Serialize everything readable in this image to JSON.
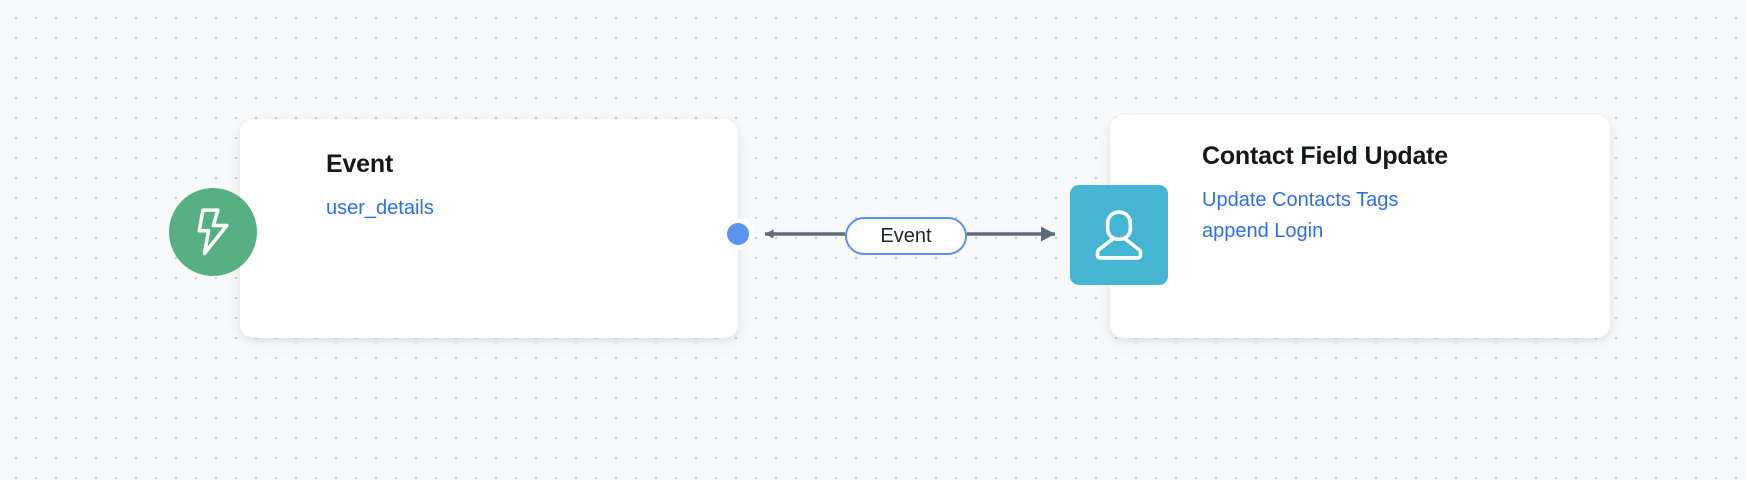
{
  "canvas": {
    "background_color": "#f8f9fb",
    "grid_dot_color": "#c9ccd2"
  },
  "nodes": [
    {
      "id": "event",
      "title": "Event",
      "subtitle_lines": [
        "user_details"
      ],
      "subtitle_color": "#2f6fed",
      "icon": {
        "name": "lightning-bolt-icon",
        "shape": "circle",
        "background_color": "#56b081",
        "glyph_color": "#ffffff"
      }
    },
    {
      "id": "contact-field-update",
      "title": "Contact Field Update",
      "subtitle_lines": [
        "Update Contacts Tags",
        "append Login"
      ],
      "subtitle_color": "#2f6fed",
      "icon": {
        "name": "user-person-icon",
        "shape": "rounded-square",
        "background_color": "#45b5d3",
        "glyph_color": "#ffffff"
      }
    }
  ],
  "connector": {
    "label": "Event",
    "line_color": "#5f6b7a",
    "pill_border_color": "#5b8ff5",
    "pill_text_color": "#23262c",
    "port_dot_color": "#5b93f0",
    "source": "event",
    "target": "contact-field-update"
  }
}
